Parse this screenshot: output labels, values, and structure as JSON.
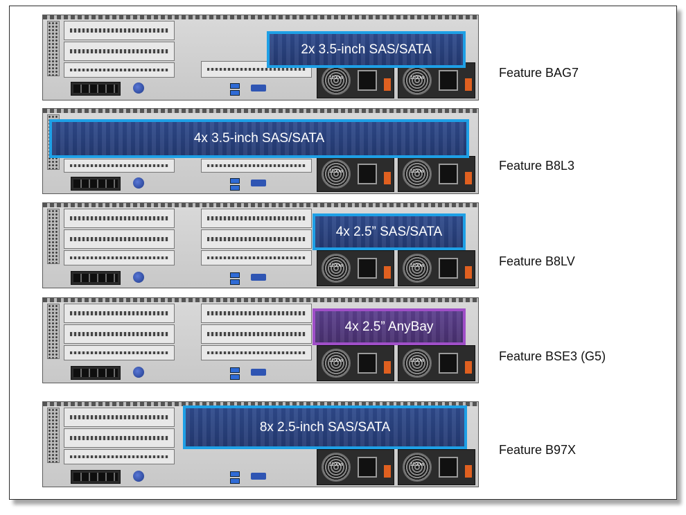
{
  "configs": [
    {
      "bay_label": "2x 3.5-inch SAS/SATA",
      "feature": "Feature BAG7"
    },
    {
      "bay_label": "4x 3.5-inch SAS/SATA",
      "feature": "Feature B8L3"
    },
    {
      "bay_label": "4x 2.5” SAS/SATA",
      "feature": "Feature B8LV"
    },
    {
      "bay_label": "4x 2.5” AnyBay",
      "feature": "Feature BSE3 (G5)"
    },
    {
      "bay_label": "8x 2.5-inch SAS/SATA",
      "feature": "Feature B97X"
    }
  ],
  "psu_rating": "1100w",
  "colors": {
    "sas_sata_outline": "#1ea0e6",
    "anybay_outline": "#a04fc8",
    "drive_fill": "#2f4a8c",
    "psu_latch": "#e06020"
  }
}
